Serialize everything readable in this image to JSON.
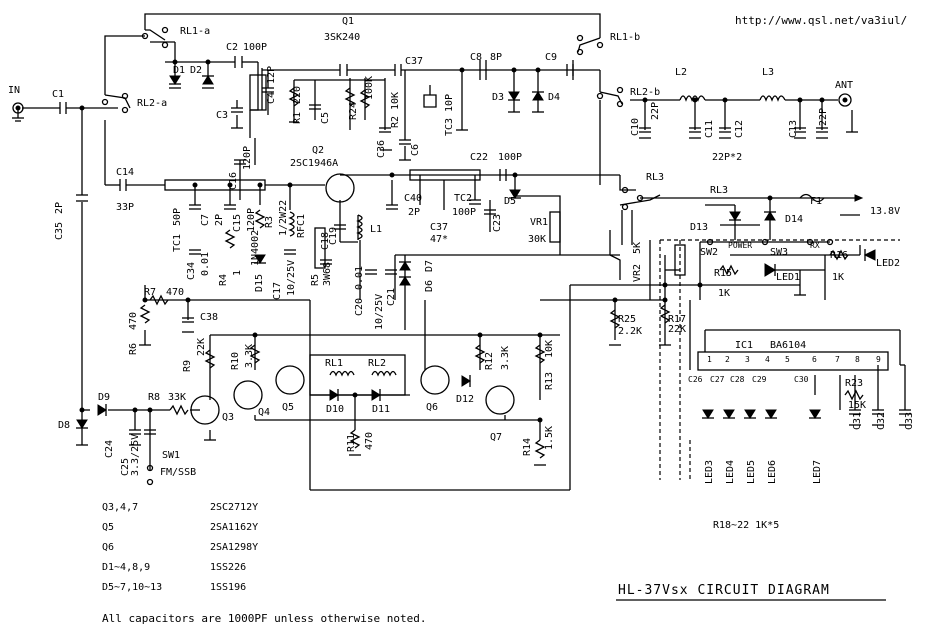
{
  "url": "http://www.qsl.net/va3iul/",
  "title": "HL-37Vsx  CIRCUIT DIAGRAM",
  "labels": {
    "in": "IN",
    "ant": "ANT",
    "v138": "13.8V",
    "rl1a": "RL1-a",
    "rl1b": "RL1-b",
    "rl2a": "RL2-a",
    "rl2b": "RL2-b",
    "rl3": "RL3",
    "q1": "Q1",
    "q1part": "3SK240",
    "q2": "Q2",
    "q2part": "2SC1946A",
    "c1": "C1",
    "c2": "C2",
    "c2v": "100P",
    "c3": "C3",
    "c4": "C4",
    "c4v": "12P",
    "c5": "C5",
    "c6": "C6",
    "c7": "C7",
    "c8": "C8",
    "c8v": "8P",
    "c9": "C9",
    "c10": "C10",
    "c10v": "22P",
    "c11": "C11",
    "c12": "C12",
    "c11v": "22P*2",
    "c13": "C13",
    "c13v": "22P",
    "c14": "C14",
    "c14v": "33P",
    "c15": "C15",
    "c15v": "120P",
    "c16": "C16",
    "c16v": "120P",
    "c17": "C17",
    "c17v": "10/25V",
    "c18": "C18",
    "c19": "C19",
    "c20": "C20",
    "c20v": "0.01",
    "c21": "C21",
    "c21v": "10/25V",
    "c22": "C22",
    "c22v": "100P",
    "c23": "C23",
    "c24": "C24",
    "c25": "C25",
    "c25v": "3.3/25V",
    "c26": "C26",
    "c27": "C27",
    "c28": "C28",
    "c29": "C29",
    "c30": "C30",
    "c31": "C31",
    "c32": "C32",
    "c33": "C33",
    "c34": "C34",
    "c34v": "0.01",
    "c35": "C35",
    "c35v": "2P",
    "c36": "C36",
    "c37": "C37",
    "c37b": "C37",
    "c37v": "47*",
    "c38": "C38",
    "c40": "C40",
    "c40v": "2P",
    "c7v": "2P",
    "d1": "D1",
    "d2": "D2",
    "d3": "D3",
    "d4": "D4",
    "d5": "D5",
    "d6": "D6",
    "d7": "D7",
    "d8": "D8",
    "d9": "D9",
    "d10": "D10",
    "d11": "D11",
    "d12": "D12",
    "d13": "D13",
    "d14": "D14",
    "d15": "D15",
    "d15v": "1N4002",
    "r1": "R1",
    "r1v": "220",
    "r2": "R2",
    "r2v": "10K",
    "r3": "R3",
    "r3v": "1/2W22",
    "r4": "R4",
    "r4v": "1",
    "r5": "R5",
    "r5v": "3W68",
    "r6": "R6",
    "r6v": "470",
    "r7": "R7",
    "r7v": "470",
    "r8": "R8",
    "r8v": "33K",
    "r9": "R9",
    "r9v": "22K",
    "r10": "R10",
    "r10v": "3.3K",
    "r11": "R11",
    "r11v": "470",
    "r12": "R12",
    "r12v": "3.3K",
    "r13": "R13",
    "r13v": "10K",
    "r14": "R14",
    "r14v": "1.5K",
    "r15": "R15",
    "r15v": "1K",
    "r16": "R16",
    "r16v": "1K",
    "r17": "R17",
    "r17v": "22K",
    "r23": "R23",
    "r23v": "15K",
    "r24": "R24",
    "r24v": "100K",
    "r25": "R25",
    "r25v": "2.2K",
    "rfc1": "RFC1",
    "l1": "L1",
    "l2": "L2",
    "l3": "L3",
    "tc1": "TC1",
    "tc1v": "50P",
    "tc2": "TC2",
    "tc2v": "100P",
    "tc3": "TC3",
    "tc3v": "10P",
    "vr1": "VR1",
    "vr1v": "30K",
    "vr2": "VR2",
    "vr2v": "5K",
    "q3": "Q3",
    "q4": "Q4",
    "q5": "Q5",
    "q6": "Q6",
    "q7": "Q7",
    "rl1": "RL1",
    "rl2": "RL2",
    "sw1": "SW1",
    "sw1v": "FM/SSB",
    "sw2": "SW2",
    "sw3": "SW3",
    "power": "POWER",
    "rx": "RX",
    "f1": "F1",
    "led1": "LED1",
    "led2": "LED2",
    "led3": "LED3",
    "led4": "LED4",
    "led5": "LED5",
    "led6": "LED6",
    "led7": "LED7",
    "ic1": "IC1",
    "ic1part": "BA6104",
    "pin1": "1",
    "pin2": "2",
    "pin3": "3",
    "pin4": "4",
    "pin5": "5",
    "pin6": "6",
    "pin7": "7",
    "pin8": "8",
    "pin9": "9",
    "r1822": "R18~22  1K*5"
  },
  "parts_list": [
    {
      "ref": "Q3,4,7",
      "part": "2SC2712Y"
    },
    {
      "ref": "Q5",
      "part": "2SA1162Y"
    },
    {
      "ref": "Q6",
      "part": "2SA1298Y"
    },
    {
      "ref": "D1~4,8,9",
      "part": "1SS226"
    },
    {
      "ref": "D5~7,10~13",
      "part": "1SS196"
    }
  ],
  "note": "All  capacitors are 1000PF unless otherwise noted."
}
